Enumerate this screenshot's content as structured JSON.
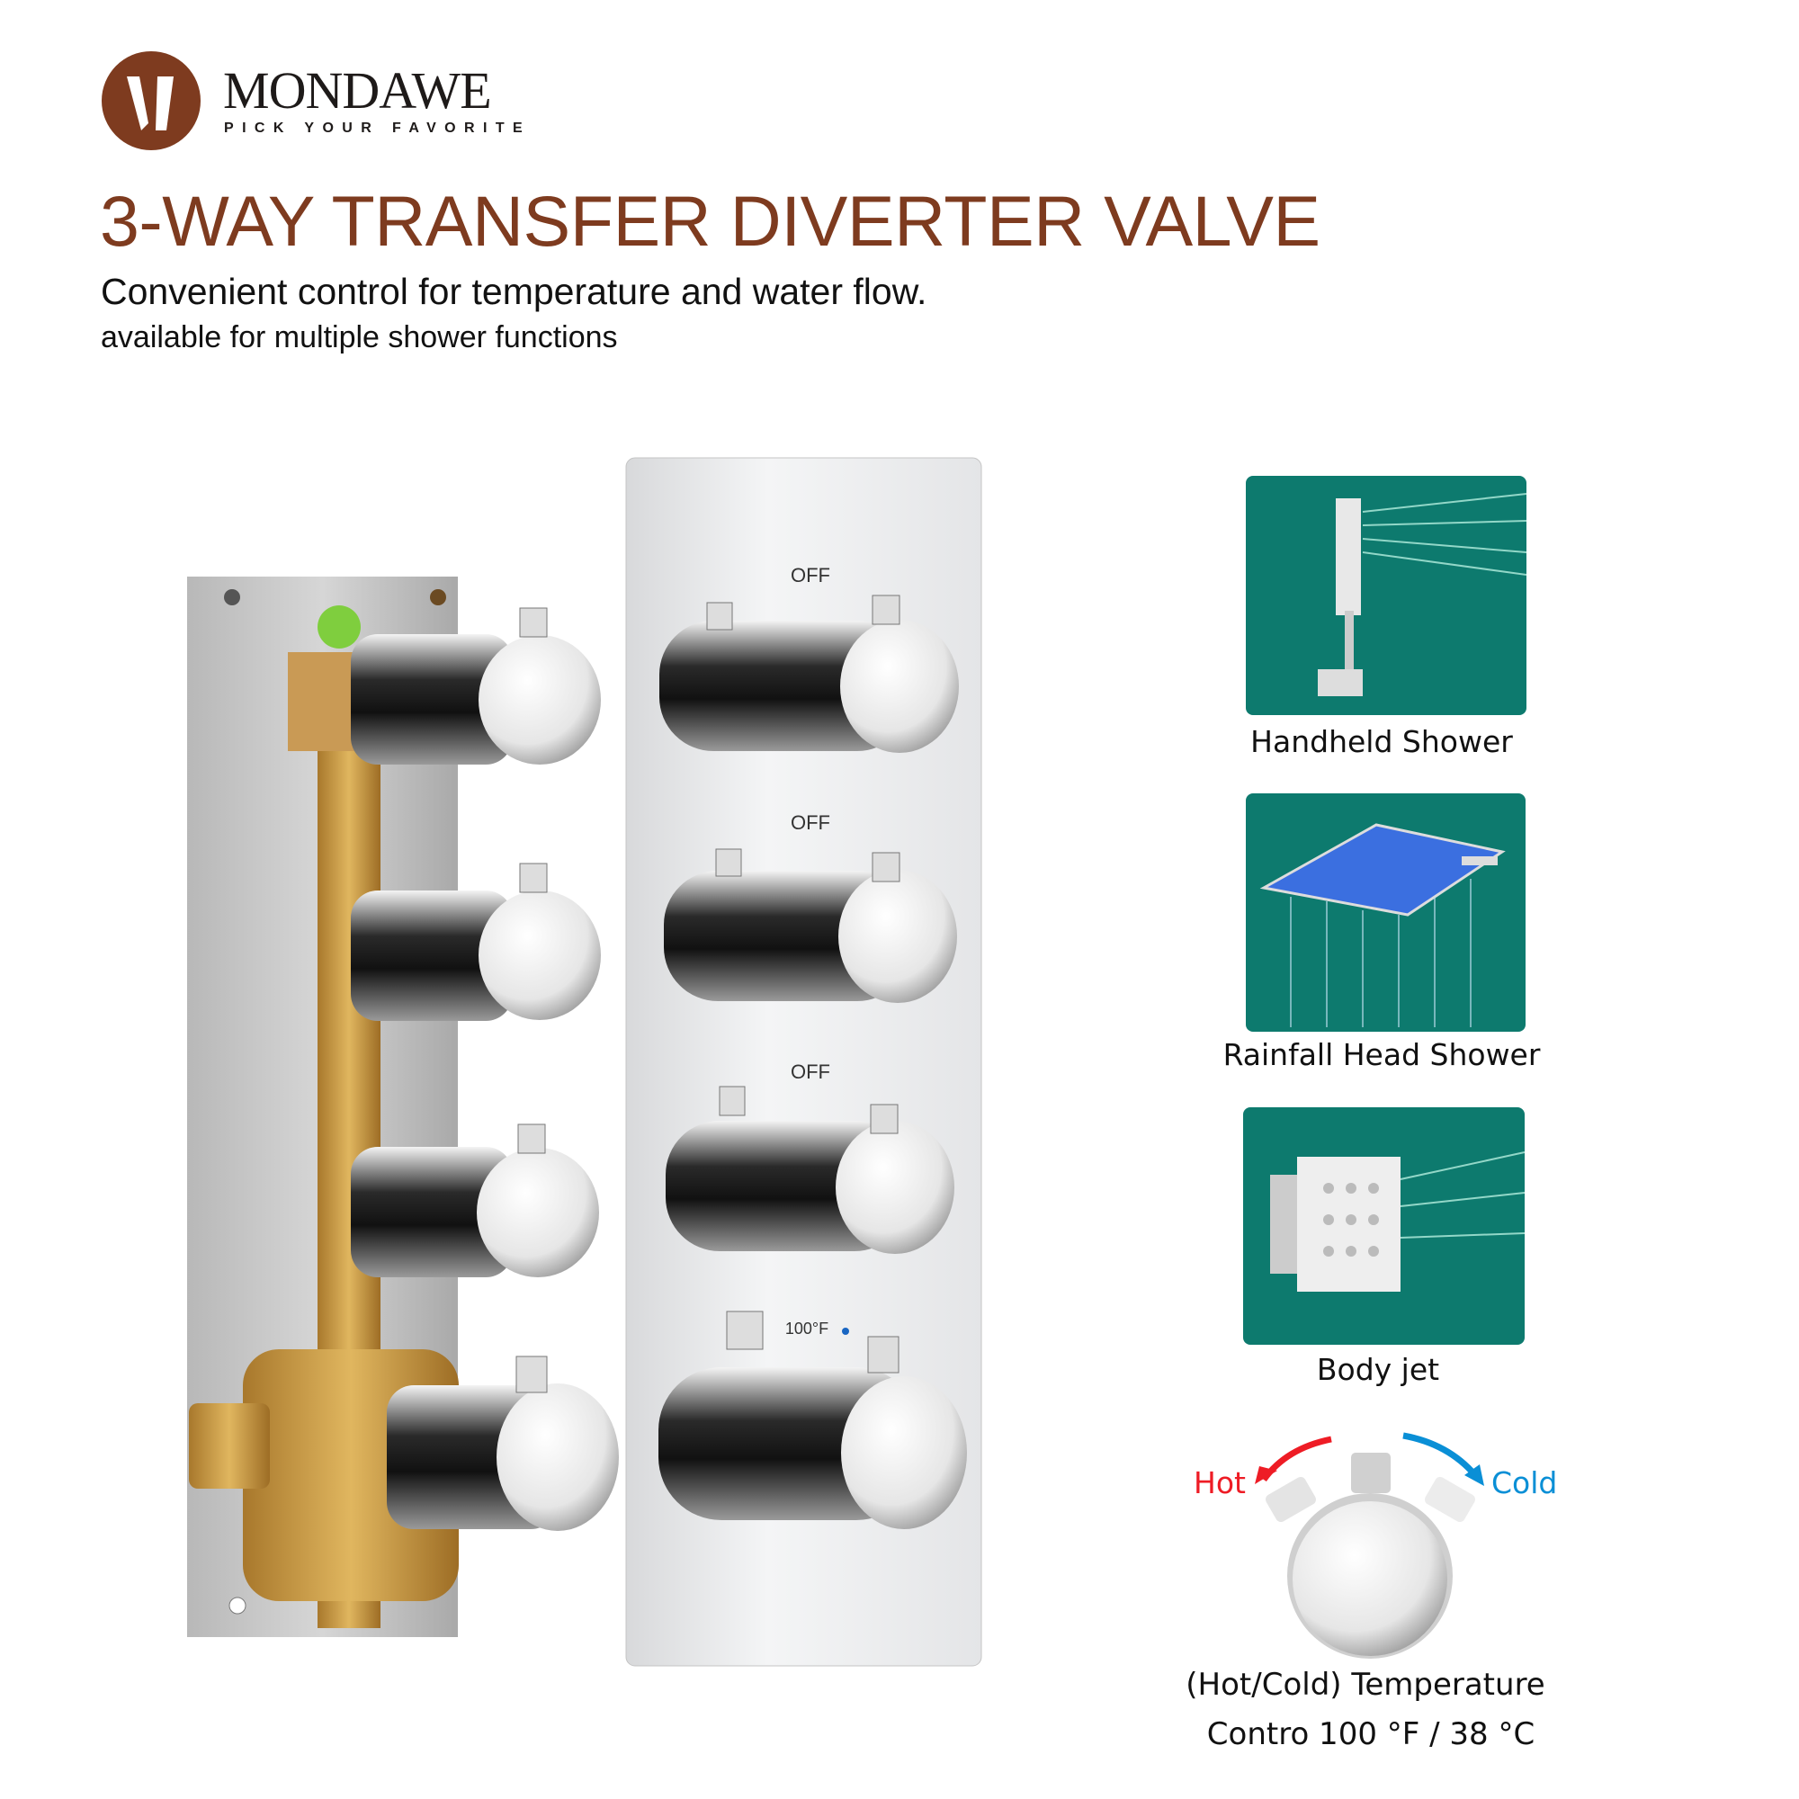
{
  "brand": {
    "name": "MONDAWE",
    "tagline": "PICK YOUR FAVORITE",
    "color": "#7e3b1f"
  },
  "header": {
    "title": "3-WAY TRANSFER DIVERTER VALVE",
    "subtitle": "Convenient control for temperature and water flow.",
    "subtitle2": "available for multiple shower functions"
  },
  "valve": {
    "off_labels": [
      "OFF",
      "OFF",
      "OFF"
    ],
    "temp_marker": "100°F"
  },
  "functions": [
    {
      "label": "Handheld Shower",
      "icon": "handheld-shower-icon"
    },
    {
      "label": "Rainfall Head Shower",
      "icon": "rainfall-shower-icon"
    },
    {
      "label": "Body jet",
      "icon": "body-jet-icon"
    }
  ],
  "thermostat": {
    "hot_label": "Hot",
    "hot_color": "#ee1c25",
    "cold_label": "Cold",
    "cold_color": "#0a8fd6",
    "line1": "(Hot/Cold) Temperature",
    "line2": "Contro 100 °F / 38 °C"
  }
}
